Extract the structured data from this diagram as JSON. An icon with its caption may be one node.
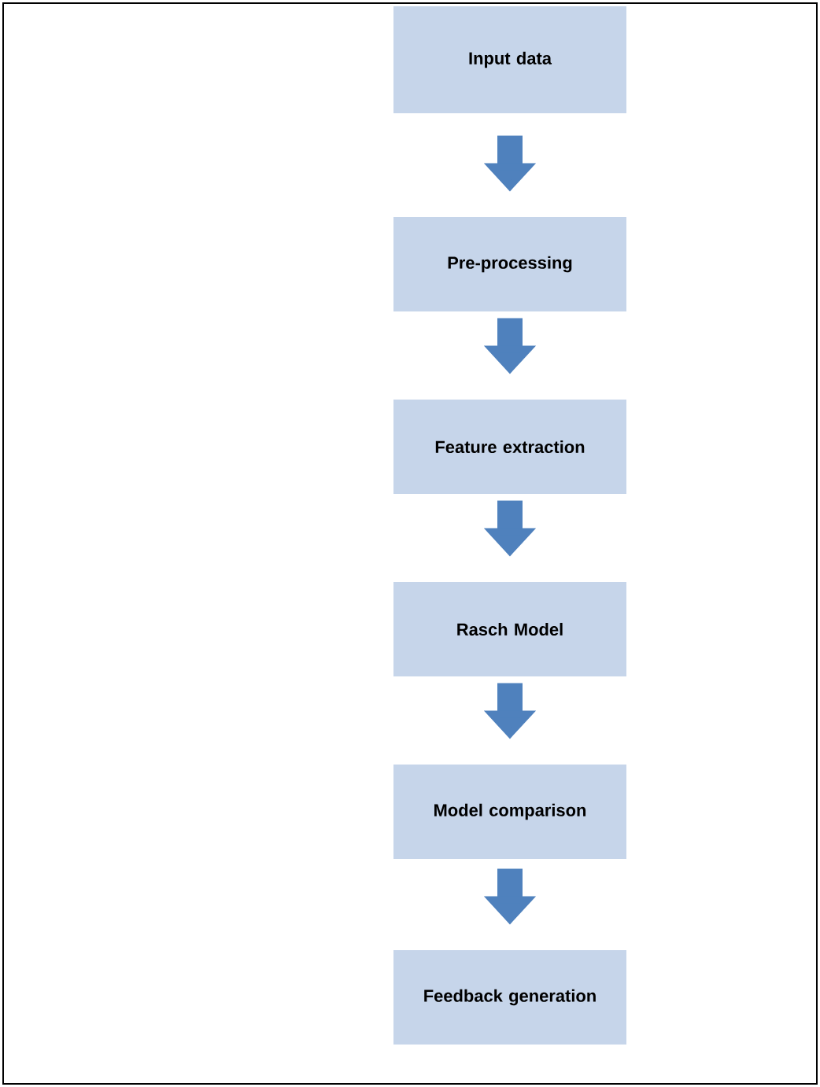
{
  "diagram": {
    "nodes": [
      {
        "text": [
          "Input data"
        ]
      },
      {
        "text": [
          "Pre-processing"
        ]
      },
      {
        "text": [
          "Feature extraction"
        ]
      },
      {
        "text": [
          "Rasch Model"
        ]
      },
      {
        "text": [
          "Model comparison"
        ]
      },
      {
        "text": [
          "Feedback generation"
        ]
      }
    ],
    "edges": [
      {
        "from": 0,
        "to": 1,
        "arrow": "to"
      },
      {
        "from": 1,
        "to": 2,
        "arrow": "to"
      },
      {
        "from": 2,
        "to": 3,
        "arrow": "to"
      },
      {
        "from": 3,
        "to": 4,
        "arrow": "to"
      },
      {
        "from": 4,
        "to": 5,
        "arrow": "to"
      }
    ]
  }
}
